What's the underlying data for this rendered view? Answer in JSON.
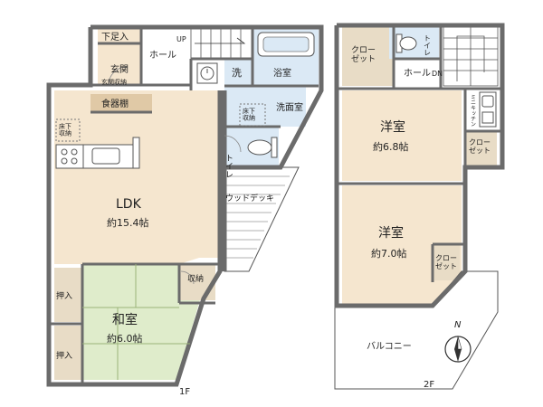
{
  "floor1": {
    "level": "1F",
    "rooms": {
      "entrance_storage": "下足入",
      "entrance": "玄関",
      "entrance_storage_caption": "玄関収納",
      "hall": "ホール",
      "stairs_up": "UP",
      "bath": "浴室",
      "laundry": "洗",
      "washroom": "洗面室",
      "underfloor_1": "床下\n収納",
      "underfloor_2": "床下\n収納",
      "cupboard": "食器棚",
      "toilet": "トイレ",
      "deck": "ウッドデッキ",
      "ldk": "LDK",
      "ldk_size": "約15.4帖",
      "storage": "収納",
      "closet_a": "押入",
      "closet_b": "押入",
      "washitsu": "和室",
      "washitsu_size": "約6.0帖"
    }
  },
  "floor2": {
    "level": "2F",
    "rooms": {
      "closet_top": "クロー\nゼット",
      "toilet": "トイレ",
      "hall": "ホール",
      "stairs_dn": "DN",
      "mini_kitchen": "ミニキッチン",
      "youshitsu_a": "洋室",
      "youshitsu_a_size": "約6.8帖",
      "closet_mid": "クロー\nゼット",
      "youshitsu_b": "洋室",
      "youshitsu_b_size": "約7.0帖",
      "closet_side": "クロー\nゼット",
      "balcony": "バルコニー"
    }
  },
  "compass": "N",
  "colors": {
    "wall": "#6b6b6b",
    "wood_floor": "#f5e6cf",
    "wet_area": "#dbe9f5",
    "tatami": "#dfeccb",
    "closet": "#e8dcc6",
    "outline": "#333333"
  }
}
